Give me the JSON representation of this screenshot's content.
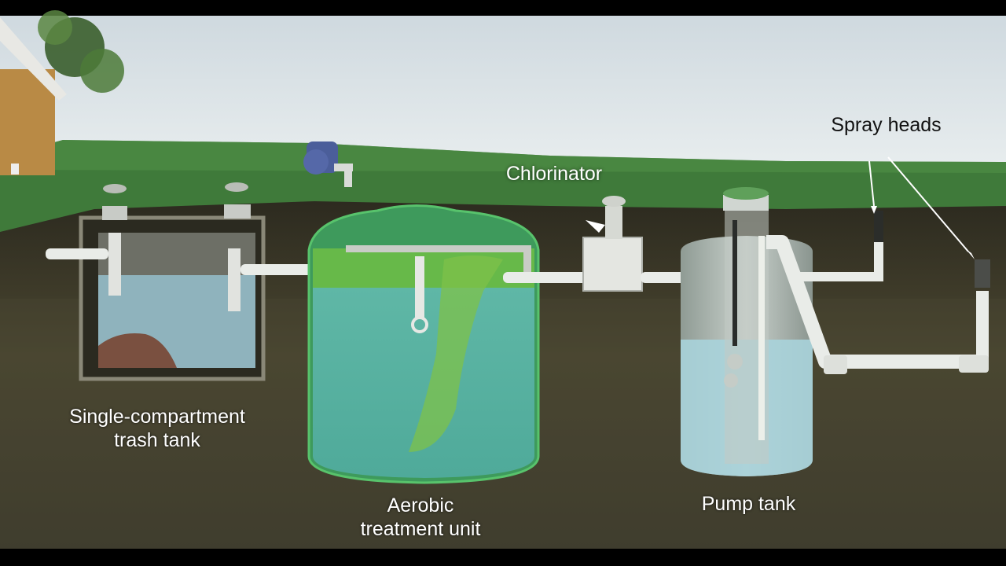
{
  "labels": {
    "trash_tank_line1": "Single-compartment",
    "trash_tank_line2": "trash tank",
    "aerobic_line1": "Aerobic",
    "aerobic_line2": "treatment unit",
    "chlorinator": "Chlorinator",
    "pump_tank": "Pump tank",
    "spray_heads": "Spray heads"
  },
  "colors": {
    "sky": "#dfe6ea",
    "grass": "#3f7a3a",
    "soil": "#3b3a2a",
    "water": "#8fc6cf",
    "aerobic_tank": "#59b58f",
    "pipe": "#e9ece8"
  }
}
